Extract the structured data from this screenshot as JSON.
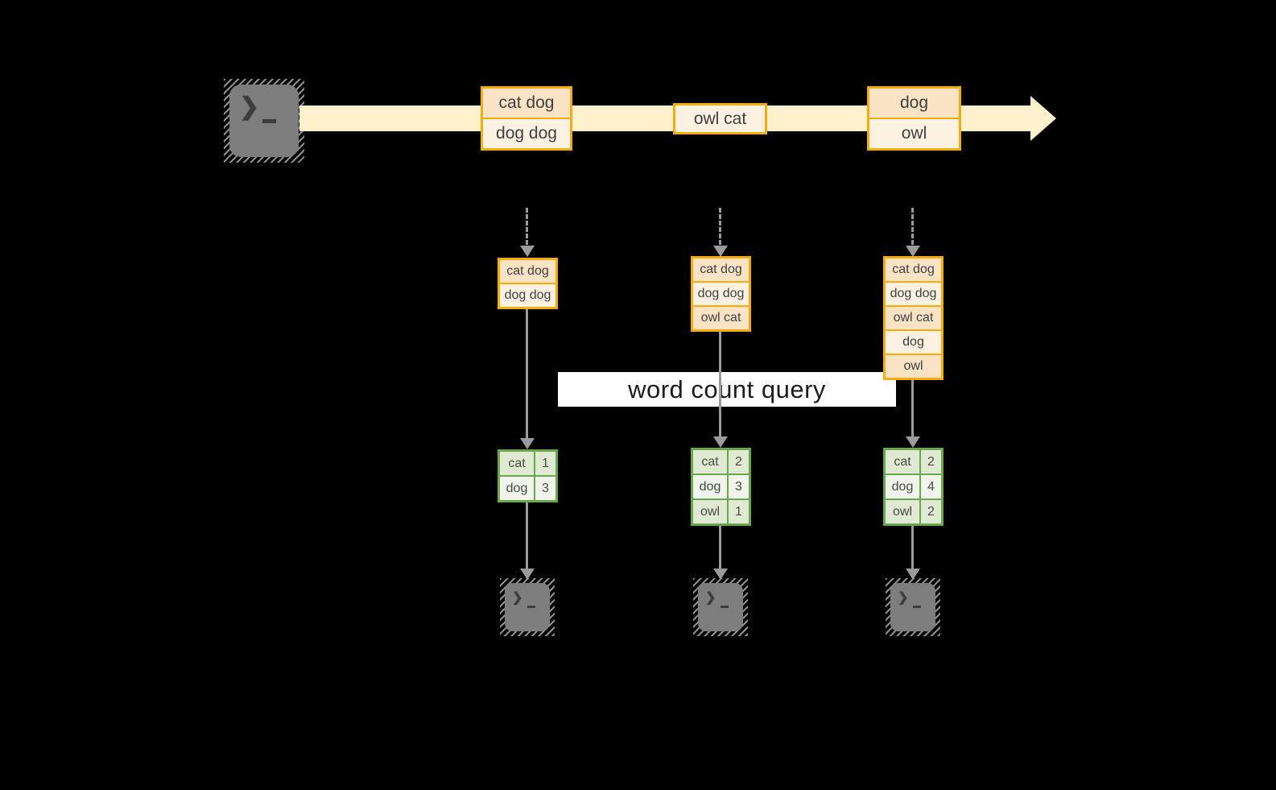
{
  "colors": {
    "background": "#000000",
    "stream_arrow": "#FCF0CD",
    "event_border": "#F4AC0D",
    "event_fill_dark": "#FAE3C5",
    "event_fill_light": "#FDF2E1",
    "table_border": "#69A74E",
    "table_fill_dark": "#E0E9D2",
    "table_fill_light": "#F0F4EA",
    "arrow_gray": "#9B9B9B",
    "terminal_gray": "#7D7D7D"
  },
  "stream": {
    "events": [
      {
        "lines": [
          "cat dog",
          "dog dog"
        ]
      },
      {
        "lines": [
          "owl cat"
        ]
      },
      {
        "lines": [
          "dog",
          "owl"
        ]
      }
    ]
  },
  "query_banner": {
    "label": "word count query"
  },
  "columns": [
    {
      "accumulated": [
        "cat dog",
        "dog dog"
      ],
      "counts": [
        {
          "word": "cat",
          "count": "1"
        },
        {
          "word": "dog",
          "count": "3"
        }
      ]
    },
    {
      "accumulated": [
        "cat dog",
        "dog dog",
        "owl cat"
      ],
      "counts": [
        {
          "word": "cat",
          "count": "2"
        },
        {
          "word": "dog",
          "count": "3"
        },
        {
          "word": "owl",
          "count": "1"
        }
      ]
    },
    {
      "accumulated": [
        "cat dog",
        "dog dog",
        "owl cat",
        "dog",
        "owl"
      ],
      "counts": [
        {
          "word": "cat",
          "count": "2"
        },
        {
          "word": "dog",
          "count": "4"
        },
        {
          "word": "owl",
          "count": "2"
        }
      ]
    }
  ],
  "terminals": {
    "source_icon": "terminal-icon",
    "sink_icons": [
      "terminal-icon",
      "terminal-icon",
      "terminal-icon"
    ]
  }
}
